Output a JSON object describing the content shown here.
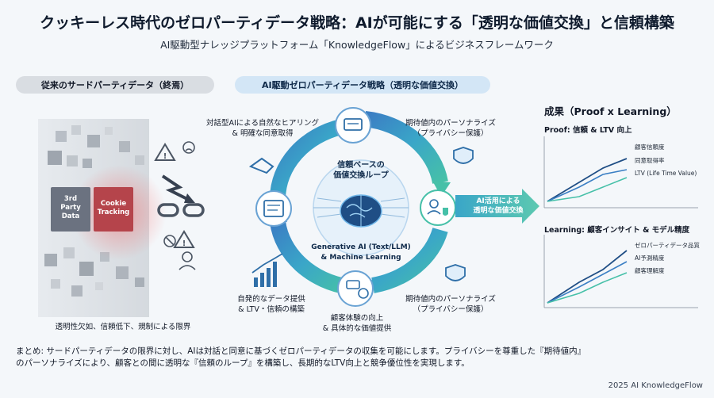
{
  "header": {
    "title": "クッキーレス時代のゼロパーティデータ戦略：AIが可能にする「透明な価値交換」と信頼構築",
    "subtitle": "AI駆動型ナレッジプラットフォーム「KnowledgeFlow」によるビジネスフレームワーク"
  },
  "sections": {
    "left_pill": "従来のサードパーティデータ（終焉）",
    "mid_pill": "AI駆動ゼロパーティデータ戦略（透明な価値交換）"
  },
  "left": {
    "box_3rd": [
      "3rd",
      "Party",
      "Data"
    ],
    "box_cookie": [
      "Cookie",
      "Tracking"
    ],
    "limit": "透明性欠如、信頼低下、規制による限界"
  },
  "cycle": {
    "center_top": [
      "信頼ベースの",
      "価値交換ループ"
    ],
    "center_bottom": [
      "Generative AI (Text/LLM)",
      "& Machine Learning"
    ],
    "node_top_left": [
      "対話型AIによる自然なヒアリング",
      "& 明確な同意取得"
    ],
    "node_top_right": [
      "期待値内のパーソナライズ",
      "（プライバシー保護）"
    ],
    "node_bottom_right": [
      "期待値内のパーソナライズ",
      "（プライバシー保護）"
    ],
    "node_bottom_left": [
      "自発的なデータ提供",
      "& LTV・信頼の構築"
    ],
    "node_bottom": [
      "顧客体験の向上",
      "& 具体的な価値提供"
    ],
    "ai_band": [
      "AI活用による",
      "透明な価値交換"
    ]
  },
  "results": {
    "title": "成果（Proof x Learning）",
    "proof_label": "Proof: 信頼 & LTV 向上",
    "learning_label": "Learning: 顧客インサイト & モデル精度",
    "proof_series": [
      "顧客信頼度",
      "同意取得率",
      "LTV (Life Time Value)"
    ],
    "learning_series": [
      "ゼロパーティデータ品質",
      "AI予測精度",
      "顧客理解度"
    ]
  },
  "summary": [
    "まとめ: サードパーティデータの限界に対し、AIは対話と同意に基づくゼロパーティデータの収集を可能にします。プライバシーを尊重した『期待値内』",
    "のパーソナライズにより、顧客との間に透明な『信頼のループ』を構築し、長期的なLTV向上と競争優位性を実現します。"
  ],
  "footer": "2025 AI KnowledgeFlow",
  "colors": {
    "accent_blue": "#2f6fa8",
    "accent_teal": "#3fb7a6",
    "cookie_red": "#b5444b",
    "gray_box": "#6b7280"
  }
}
